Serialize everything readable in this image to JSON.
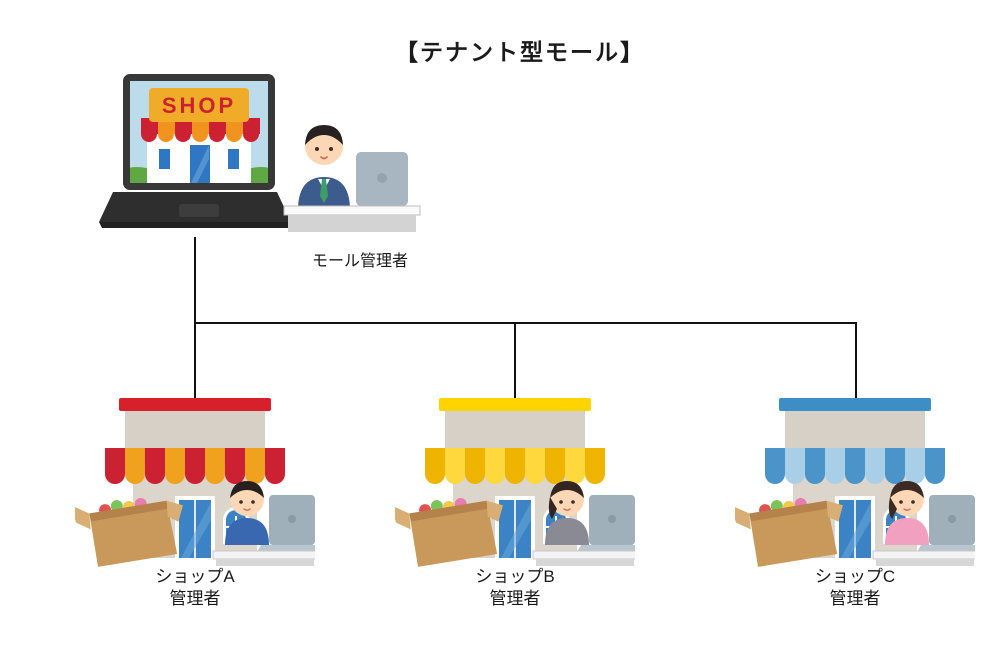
{
  "title": "【テナント型モール】",
  "mall": {
    "label": "モール管理者",
    "laptop_sign": "SHOP",
    "colors": {
      "sign_bg": "#f0ac29",
      "sign_text": "#c8232f",
      "awning1": "#cc2133",
      "awning2": "#f0941f",
      "screen": "#bcdcec",
      "laptop_body": "#2e2e2e",
      "suit": "#3d5c8e",
      "tie": "#3f9e63",
      "hair": "#27221f"
    }
  },
  "shops": [
    {
      "name": "ショップA",
      "role": "管理者",
      "colors": {
        "roof": "#d7202c",
        "awn1": "#cc2133",
        "awn2": "#f0a11e",
        "shirt": "#3a68b0",
        "hair": "#26211e"
      }
    },
    {
      "name": "ショップB",
      "role": "管理者",
      "colors": {
        "roof": "#ffd400",
        "awn1": "#efb400",
        "awn2": "#ffd83d",
        "shirt": "#8a8a94",
        "hair": "#33251f"
      }
    },
    {
      "name": "ショップC",
      "role": "管理者",
      "colors": {
        "roof": "#3d8dc6",
        "awn1": "#4b94ca",
        "awn2": "#a9cfe8",
        "shirt": "#f2a0c0",
        "hair": "#3c2a23"
      }
    }
  ],
  "connector_color": "#111111"
}
